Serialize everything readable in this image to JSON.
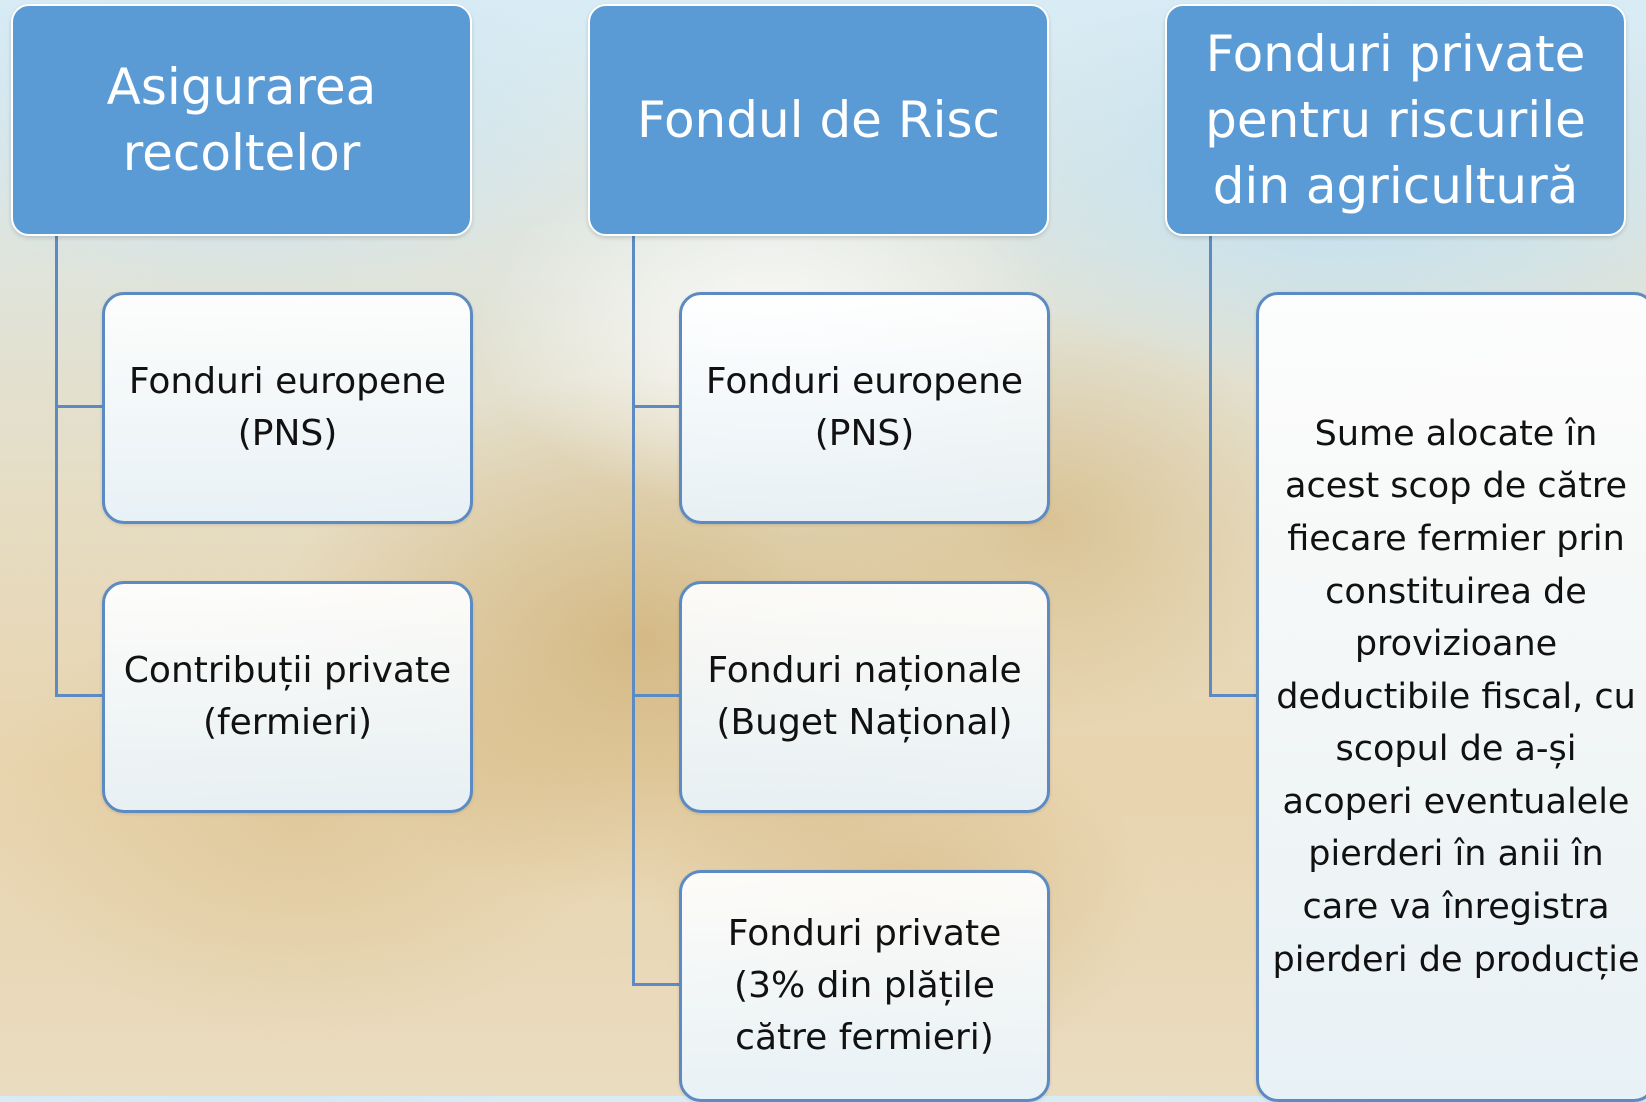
{
  "diagram": {
    "columns": [
      {
        "header": "Asigurarea recoltelor",
        "children": [
          "Fonduri europene (PNS)",
          "Contribuții private (fermieri)"
        ]
      },
      {
        "header": "Fondul de Risc",
        "children": [
          "Fonduri europene (PNS)",
          "Fonduri naționale (Buget Național)",
          "Fonduri private (3% din plățile către fermieri)"
        ]
      },
      {
        "header": "Fonduri private pentru riscurile din agricultură",
        "children": [
          "Sume alocate în acest scop de către fiecare fermier prin constituirea de provizioane deductibile fiscal, cu scopul de a-și acoperi eventualele pierderi în anii în care va înregistra pierderi de producție"
        ]
      }
    ]
  },
  "colors": {
    "header_fill": "#5b9bd5",
    "header_text": "#ffffff",
    "connector": "#5b8bc2",
    "child_border": "#5b8bc2",
    "child_text": "#111111"
  }
}
